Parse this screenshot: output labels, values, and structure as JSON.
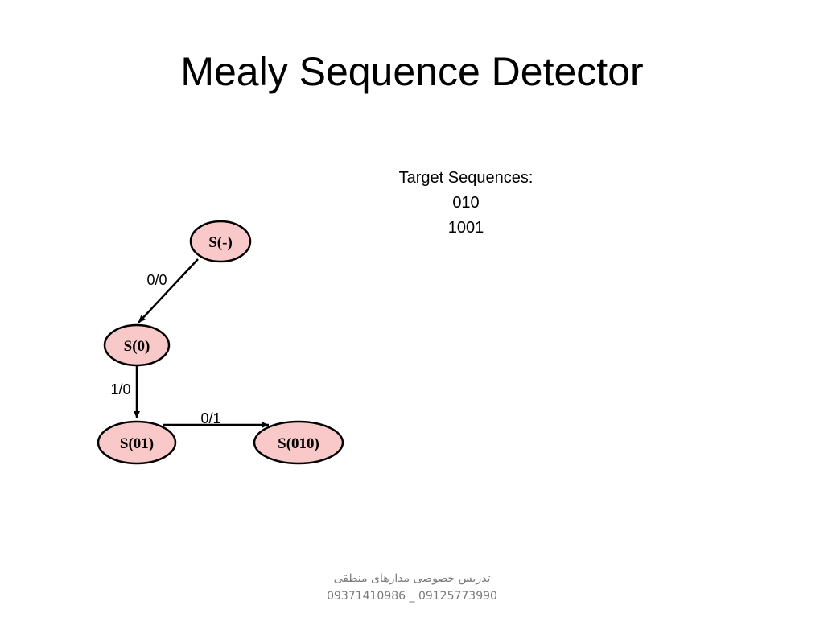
{
  "slide": {
    "title": "Mealy Sequence Detector",
    "target_sequences": {
      "heading": "Target Sequences:",
      "items": [
        "010",
        "1001"
      ]
    }
  },
  "diagram": {
    "states": {
      "s_empty": "S(-)",
      "s_0": "S(0)",
      "s_01": "S(01)",
      "s_010": "S(010)"
    },
    "transitions": {
      "empty_to_0": "0/0",
      "s0_to_01": "1/0",
      "s01_to_010": "0/1"
    },
    "colors": {
      "state_fill": "#f9c8c8",
      "state_stroke": "#000000",
      "edge": "#000000"
    }
  },
  "footer": {
    "line1": "تدریس خصوصی مدارهای منطقی",
    "line2": "09371410986 _ 09125773990"
  }
}
